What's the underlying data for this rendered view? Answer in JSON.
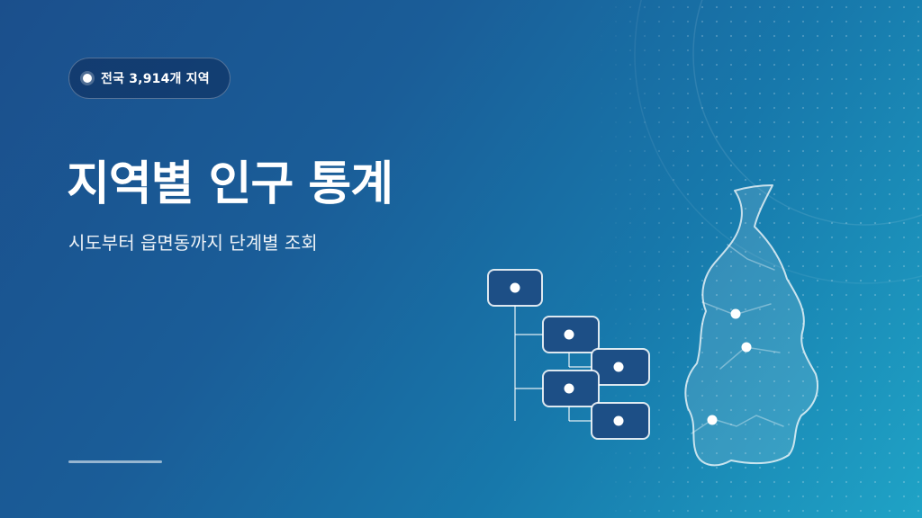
{
  "badge": {
    "text": "전국 3,914개 지역"
  },
  "hero": {
    "title": "지역별 인구 통계",
    "subtitle": "시도부터 읍면동까지 단계별 조회"
  },
  "illustration": {
    "tree_icon": "hierarchy-tree-icon",
    "map_icon": "korea-map-icon"
  },
  "colors": {
    "gradient_start": "#1b4f8c",
    "gradient_end": "#1fa3c6",
    "node_fill": "#1d4f86",
    "text": "#ffffff"
  }
}
